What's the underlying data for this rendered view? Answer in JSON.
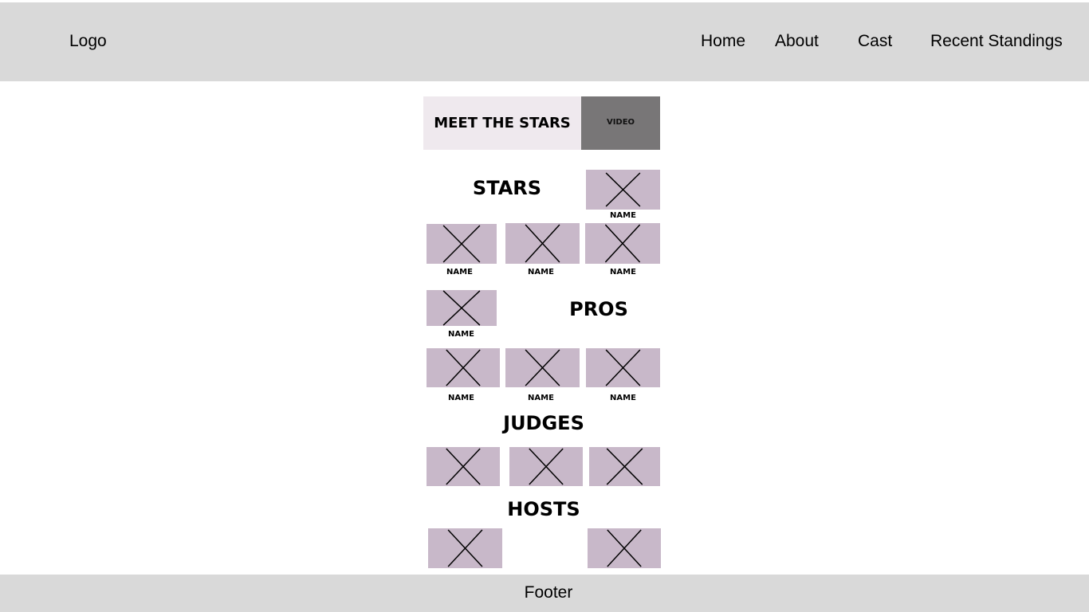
{
  "header": {
    "logo": "Logo",
    "nav": {
      "home": "Home",
      "about": "About",
      "cast": "Cast",
      "recent_standings": "Recent Standings"
    }
  },
  "banner": {
    "title": "MEET THE STARS",
    "video_label": "VIDEO"
  },
  "sections": {
    "stars": "STARS",
    "pros": "PROS",
    "judges": "JUDGES",
    "hosts": "HOSTS"
  },
  "name_label": "NAME",
  "footer": {
    "label": "Footer"
  },
  "colors": {
    "header_bg": "#d9d9d9",
    "banner_bg": "#efe9ee",
    "video_bg": "#787677",
    "placeholder_bg": "#c8b8c9"
  },
  "icons": {
    "placeholder": "image-placeholder-icon"
  }
}
